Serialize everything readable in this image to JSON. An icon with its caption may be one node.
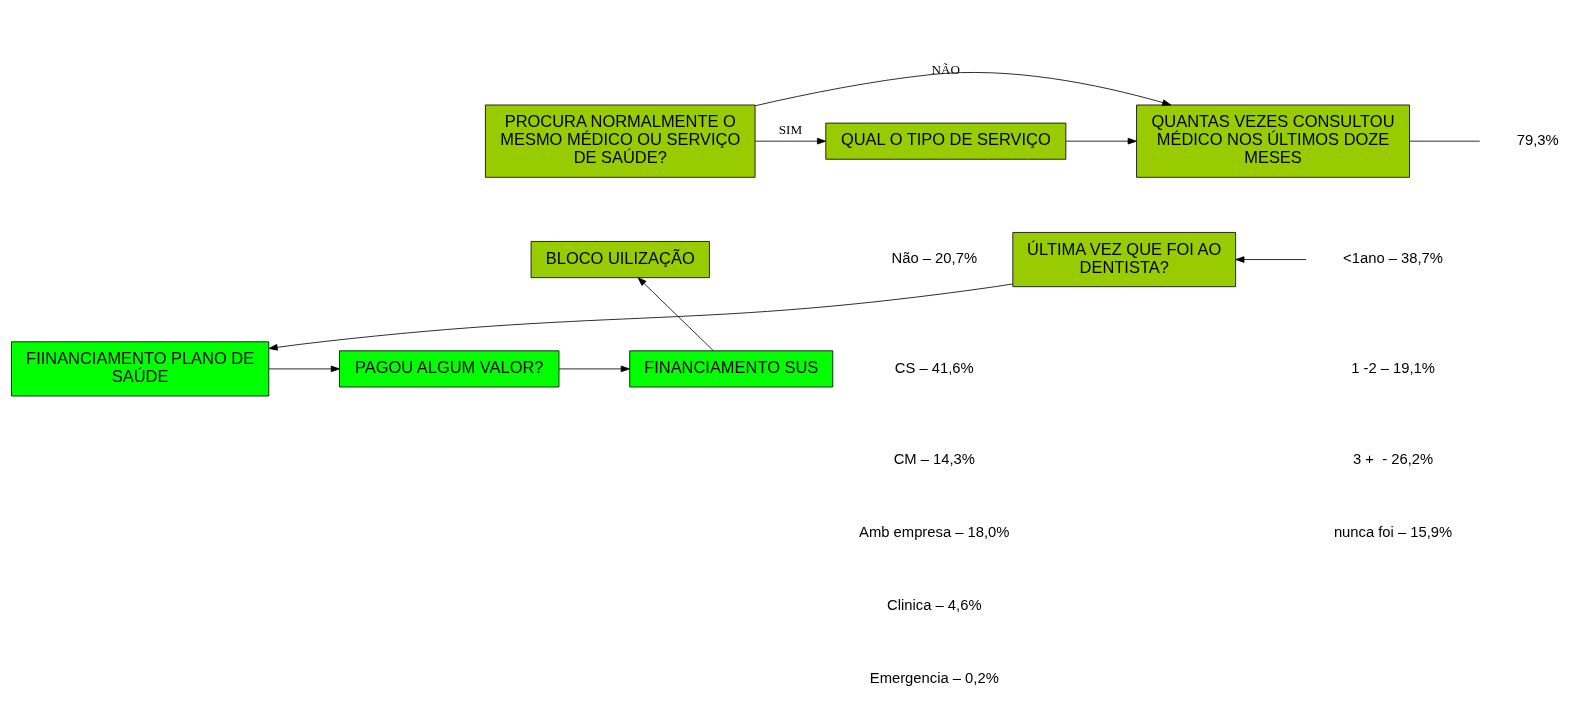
{
  "diagram": {
    "nodes": [
      {
        "text": [
          "PROCURA NORMALMENTE O MESMO MÉDICO OU SERVIÇO DE SAÚDE?"
        ]
      },
      {
        "text": [
          "QUAL O TIPO DE SERVIÇO"
        ]
      },
      {
        "text": [
          "QUANTAS VEZES CONSULTOU MÉDICO NOS ÚLTIMOS DOZE MESES"
        ]
      },
      {
        "text": [
          "BLOCO UILIZAÇÃO"
        ]
      },
      {
        "text": [
          "ÚLTIMA VEZ QUE FOI AO DENTISTA?"
        ]
      },
      {
        "text": [
          "FINANCIAMENTO SUS"
        ]
      },
      {
        "text": [
          "PAGOU ALGUM VALOR?"
        ]
      },
      {
        "text": [
          "FIINANCIAMENTO PLANO DE SAÚDE"
        ]
      }
    ],
    "edges": [
      {
        "from": 0,
        "to": 1,
        "arrow": "to",
        "label": "SIM"
      },
      {
        "from": 1,
        "to": 2,
        "arrow": "to"
      },
      {
        "from": 0,
        "to": 2,
        "arrow": "to",
        "label": "NÃO"
      },
      {
        "from": 2,
        "to": null,
        "arrow": "none"
      },
      {
        "from": null,
        "to": 4,
        "arrow": "to"
      },
      {
        "from": 4,
        "to": 7,
        "arrow": "to"
      },
      {
        "from": 7,
        "to": 6,
        "arrow": "to"
      },
      {
        "from": 6,
        "to": 5,
        "arrow": "to"
      },
      {
        "from": 5,
        "to": 3,
        "arrow": "to"
      }
    ],
    "labels": [
      "79,3%",
      "Não – 20,7%",
      "CS – 41,6%",
      "CM – 14,3%",
      "Amb empresa – 18,0%",
      "Clinica – 4,6%",
      "Emergencia – 0,2%",
      "<1ano – 38,7%",
      "1 -2 – 19,1%",
      "3 +  - 26,2%",
      "nunca foi – 15,9%"
    ]
  }
}
